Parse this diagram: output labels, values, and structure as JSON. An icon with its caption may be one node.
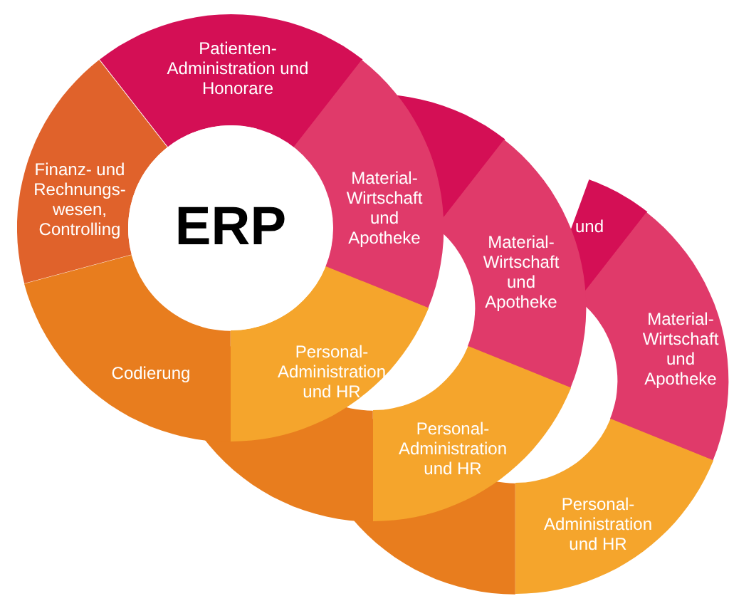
{
  "diagram": {
    "nodes": [
      {
        "text": [
          "Patienten-Administration und Honorare"
        ]
      },
      {
        "text": [
          "Material-Wirtschaft und Apotheke"
        ]
      },
      {
        "text": [
          "Personal-Administration und HR"
        ]
      },
      {
        "text": [
          "Codierung"
        ]
      },
      {
        "text": [
          "Finanz- und Rechnungs-wesen, Controlling"
        ]
      },
      {
        "text": [
          "ERP"
        ]
      },
      {
        "text": [],
        "shape": "sector"
      },
      {
        "text": [
          "Material-Wirtschaft und Apotheke"
        ]
      },
      {
        "text": [
          "Personal-Administration und HR"
        ]
      },
      {
        "text": [],
        "shape": "sector"
      },
      {
        "text": [
          "und"
        ]
      },
      {
        "text": [
          "Material-Wirtschaft und Apotheke"
        ]
      },
      {
        "text": [
          "Personal-Administration und HR"
        ]
      },
      {
        "text": [],
        "shape": "sector"
      }
    ]
  }
}
